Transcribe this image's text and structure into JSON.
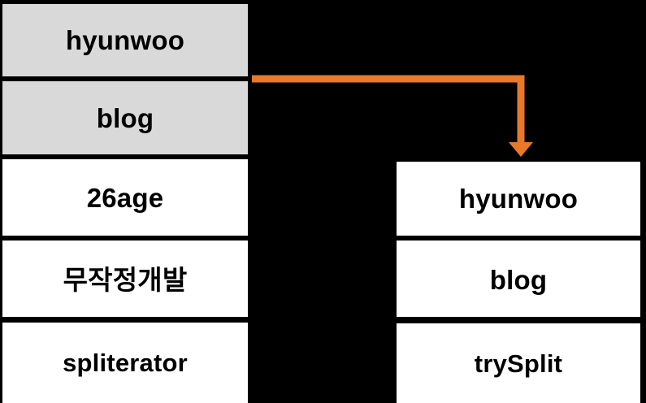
{
  "diagram": {
    "title": "spliterator trySplit diagram",
    "type": "split-flow",
    "colors": {
      "background": "#000000",
      "cell_fill_highlight": "#d9d9d9",
      "cell_fill_plain": "#ffffff",
      "cell_border": "#000000",
      "arrow": "#e8782a",
      "text": "#000000"
    },
    "source_column": {
      "name": "original-spliterator",
      "label": "spliterator",
      "elements": [
        {
          "label": "hyunwoo",
          "state": "split-off"
        },
        {
          "label": "blog",
          "state": "split-off"
        },
        {
          "label": "26age",
          "state": "remaining"
        },
        {
          "label": "무작정개발",
          "state": "remaining"
        }
      ]
    },
    "target_column": {
      "name": "new-spliterator",
      "label": "trySplit",
      "elements": [
        {
          "label": "hyunwoo"
        },
        {
          "label": "blog"
        }
      ]
    },
    "connector": {
      "name": "split-arrow",
      "from": "source-split-off-region",
      "to": "target-column",
      "direction": "right-then-down",
      "color": "#e8782a"
    }
  }
}
